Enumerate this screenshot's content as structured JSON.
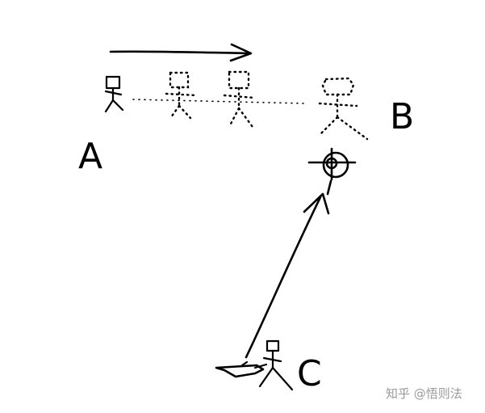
{
  "labels": {
    "point_a": "A",
    "point_b": "B",
    "point_c": "C"
  },
  "watermark": "知乎 @悟则法",
  "icons": {
    "motion_arrow": "arrow-right-icon",
    "figure": "stick-figure-icon",
    "target": "crosshair-icon",
    "weapon": "rifle-icon"
  },
  "colors": {
    "ink": "#000000",
    "background": "#ffffff",
    "watermark": "#9a9a9a"
  }
}
